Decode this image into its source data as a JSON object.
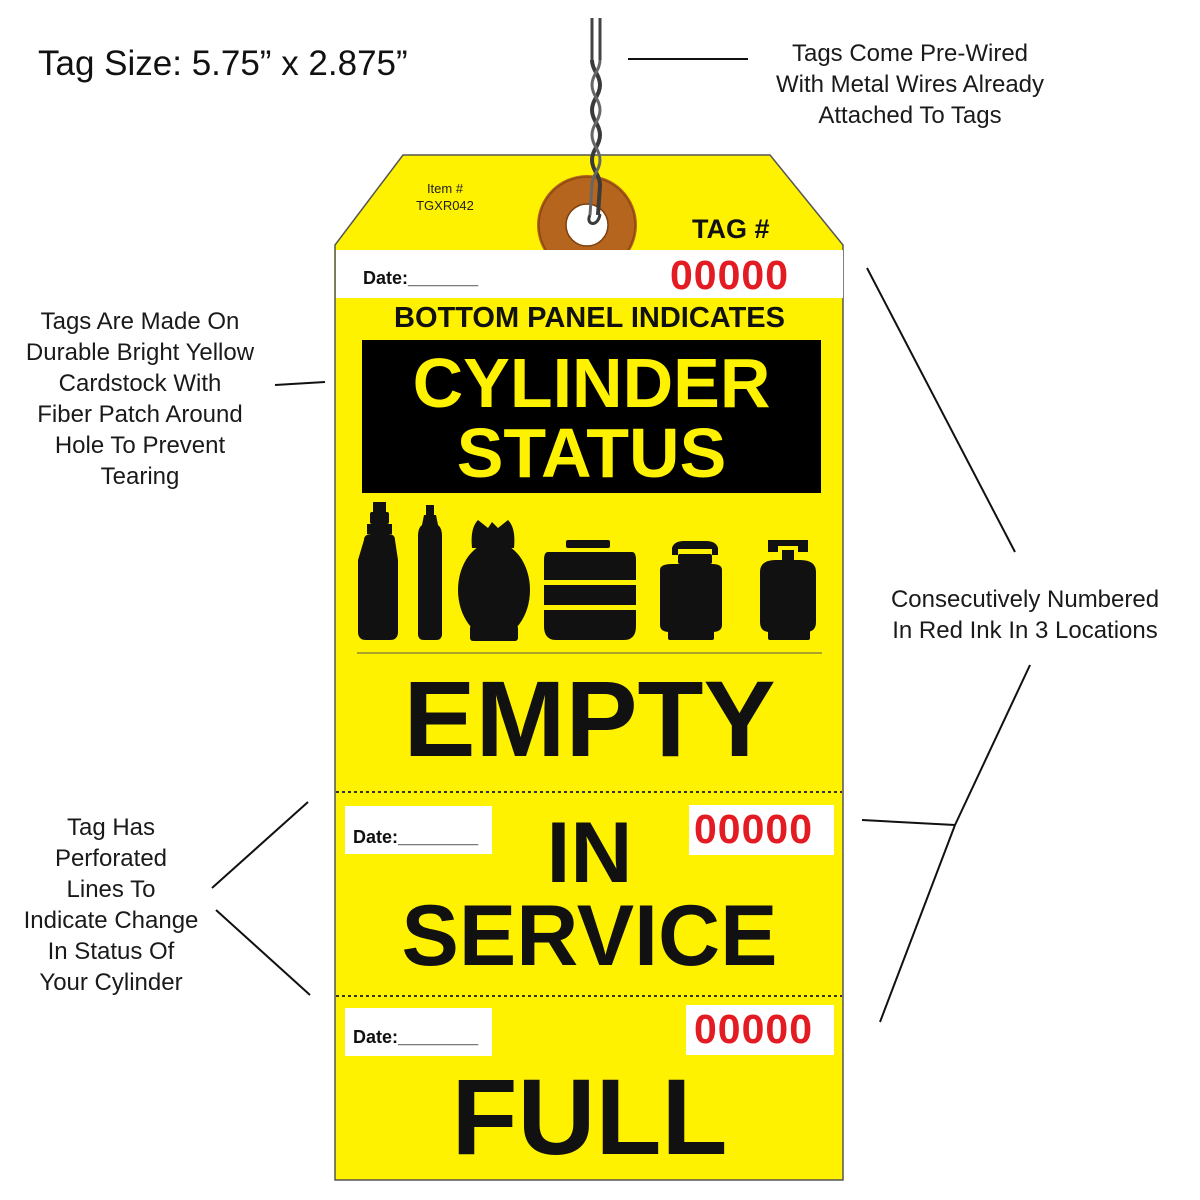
{
  "tag_size": "Tag Size: 5.75” x 2.875”",
  "notes": {
    "wire": [
      "Tags Come Pre-Wired",
      "With Metal Wires Already",
      "Attached To Tags"
    ],
    "cardstock": [
      "Tags Are Made On",
      "Durable Bright Yellow",
      "Cardstock With",
      "Fiber Patch Around",
      "Hole To Prevent",
      "Tearing"
    ],
    "numbering": [
      "Consecutively Numbered",
      "In Red Ink In 3 Locations"
    ],
    "perforated": [
      "Tag Has",
      "Perforated",
      "Lines To",
      "Indicate Change",
      "In Status Of",
      "Your Cylinder"
    ]
  },
  "tag": {
    "item_label": "Item #",
    "item_code": "TGXR042",
    "tag_no_label": "TAG #",
    "number": "00000",
    "date_label": "Date:________",
    "date_label_top": "Date:_______",
    "bottom_panel": "BOTTOM PANEL INDICATES",
    "title_line1": "CYLINDER",
    "title_line2": "STATUS",
    "empty": "EMPTY",
    "in": "IN",
    "service": "SERVICE",
    "full": "FULL",
    "icons": [
      "tall-bottle-cylinder-icon",
      "slim-cylinder-icon",
      "refrigerant-tank-icon",
      "keg-icon",
      "forklift-propane-tank-icon",
      "propane-tank-icon"
    ]
  },
  "colors": {
    "tag_yellow": "#fff200",
    "number_red": "#e31b23",
    "title_bar": "#000000",
    "fiber_patch": "#b5651d"
  }
}
